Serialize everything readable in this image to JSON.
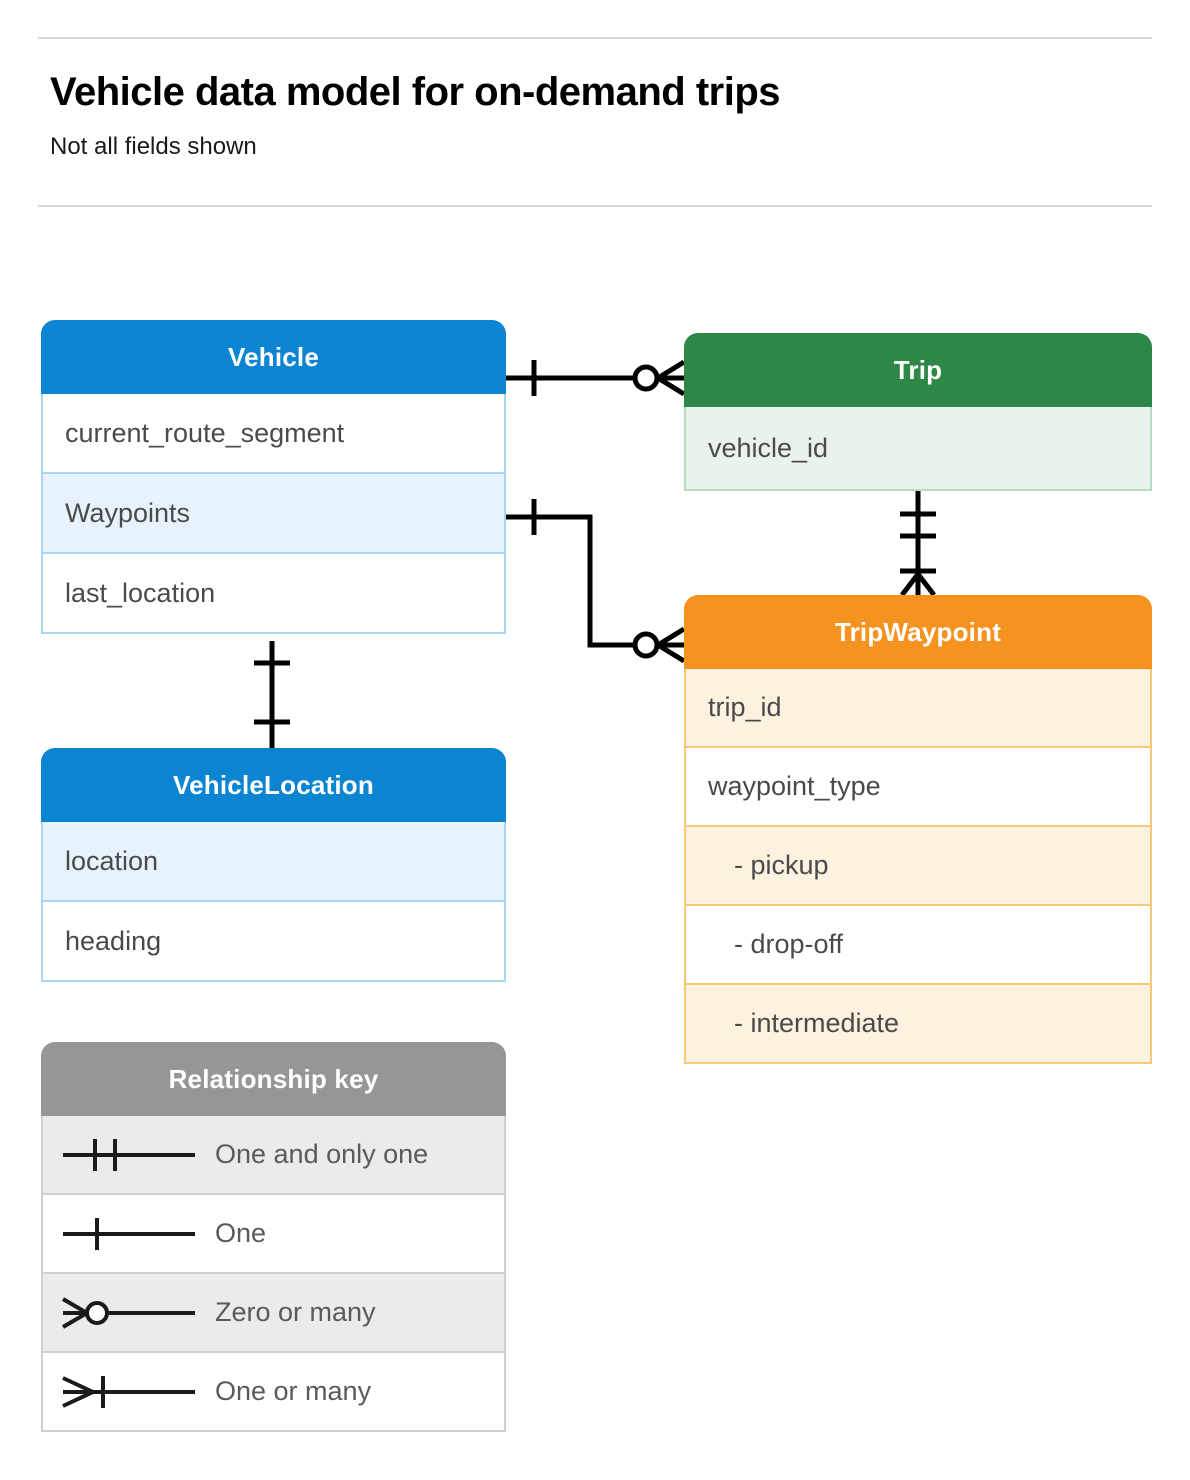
{
  "header": {
    "title": "Vehicle data model for on-demand trips",
    "subtitle": "Not all fields shown"
  },
  "colors": {
    "blue": "#0b85d1",
    "blue_row_alt": "#e8f2fd",
    "blue_border": "#a9d6f5",
    "green": "#2d8747",
    "green_row_alt": "#e9f3ec",
    "green_border": "#b4debf",
    "orange": "#f59220",
    "orange_row_alt": "#fdf2e0",
    "orange_border": "#f8c777",
    "gray": "#969696",
    "gray_row_alt": "#ebebeb",
    "text": "#4a4a4a",
    "connector": "#000000"
  },
  "entities": {
    "vehicle": {
      "name": "Vehicle",
      "fields": [
        "current_route_segment",
        "Waypoints",
        "last_location"
      ]
    },
    "trip": {
      "name": "Trip",
      "fields": [
        "vehicle_id"
      ]
    },
    "tripwaypoint": {
      "name": "TripWaypoint",
      "fields": [
        "trip_id",
        "waypoint_type",
        "-  pickup",
        "-  drop-off",
        "-  intermediate"
      ]
    },
    "vehiclelocation": {
      "name": "VehicleLocation",
      "fields": [
        "location",
        "heading"
      ]
    }
  },
  "legend": {
    "title": "Relationship key",
    "items": [
      {
        "symbol": "one-and-only-one-icon",
        "label": "One and only one"
      },
      {
        "symbol": "one-icon",
        "label": "One"
      },
      {
        "symbol": "zero-or-many-icon",
        "label": "Zero or many"
      },
      {
        "symbol": "one-or-many-icon",
        "label": "One or many"
      }
    ]
  },
  "relationships": [
    {
      "from": "Vehicle",
      "to": "Trip",
      "from_cardinality": "One",
      "to_cardinality": "Zero or many"
    },
    {
      "from": "Vehicle.Waypoints",
      "to": "TripWaypoint",
      "from_cardinality": "One",
      "to_cardinality": "Zero or many"
    },
    {
      "from": "Trip",
      "to": "TripWaypoint",
      "from_cardinality": "One and only one",
      "to_cardinality": "One or many"
    },
    {
      "from": "Vehicle",
      "to": "VehicleLocation",
      "from_cardinality": "One",
      "to_cardinality": "One"
    }
  ]
}
